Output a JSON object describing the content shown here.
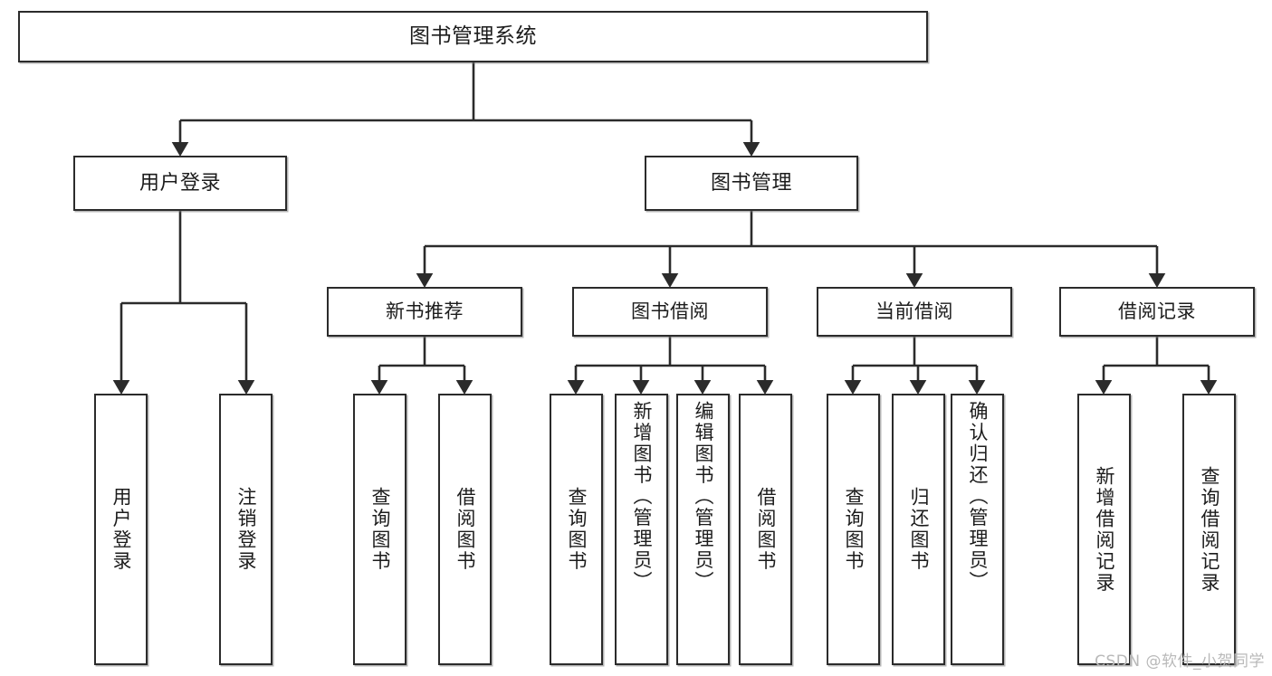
{
  "diagram": {
    "title": "图书管理系统",
    "type": "tree",
    "watermark": "CSDN @软件_小贺同学",
    "colors": {
      "box_border": "#2b2b2b",
      "box_fill": "#ffffff",
      "connector": "#2b2b2b",
      "watermark": "#b9b9b9"
    },
    "root": {
      "label": "图书管理系统"
    },
    "level1": [
      {
        "label": "用户登录"
      },
      {
        "label": "图书管理"
      }
    ],
    "level2": [
      {
        "label": "新书推荐"
      },
      {
        "label": "图书借阅"
      },
      {
        "label": "当前借阅"
      },
      {
        "label": "借阅记录"
      }
    ],
    "leaves": {
      "user_login": [
        {
          "label": "用户登录"
        },
        {
          "label": "注销登录"
        }
      ],
      "new_book_recommend": [
        {
          "label": "查询图书"
        },
        {
          "label": "借阅图书"
        }
      ],
      "book_borrow": [
        {
          "label": "查询图书"
        },
        {
          "label": "新增图书（管理员）"
        },
        {
          "label": "编辑图书（管理员）"
        },
        {
          "label": "借阅图书"
        }
      ],
      "current_borrow": [
        {
          "label": "查询图书"
        },
        {
          "label": "归还图书"
        },
        {
          "label": "确认归还（管理员）"
        }
      ],
      "borrow_record": [
        {
          "label": "新增借阅记录"
        },
        {
          "label": "查询借阅记录"
        }
      ]
    }
  }
}
